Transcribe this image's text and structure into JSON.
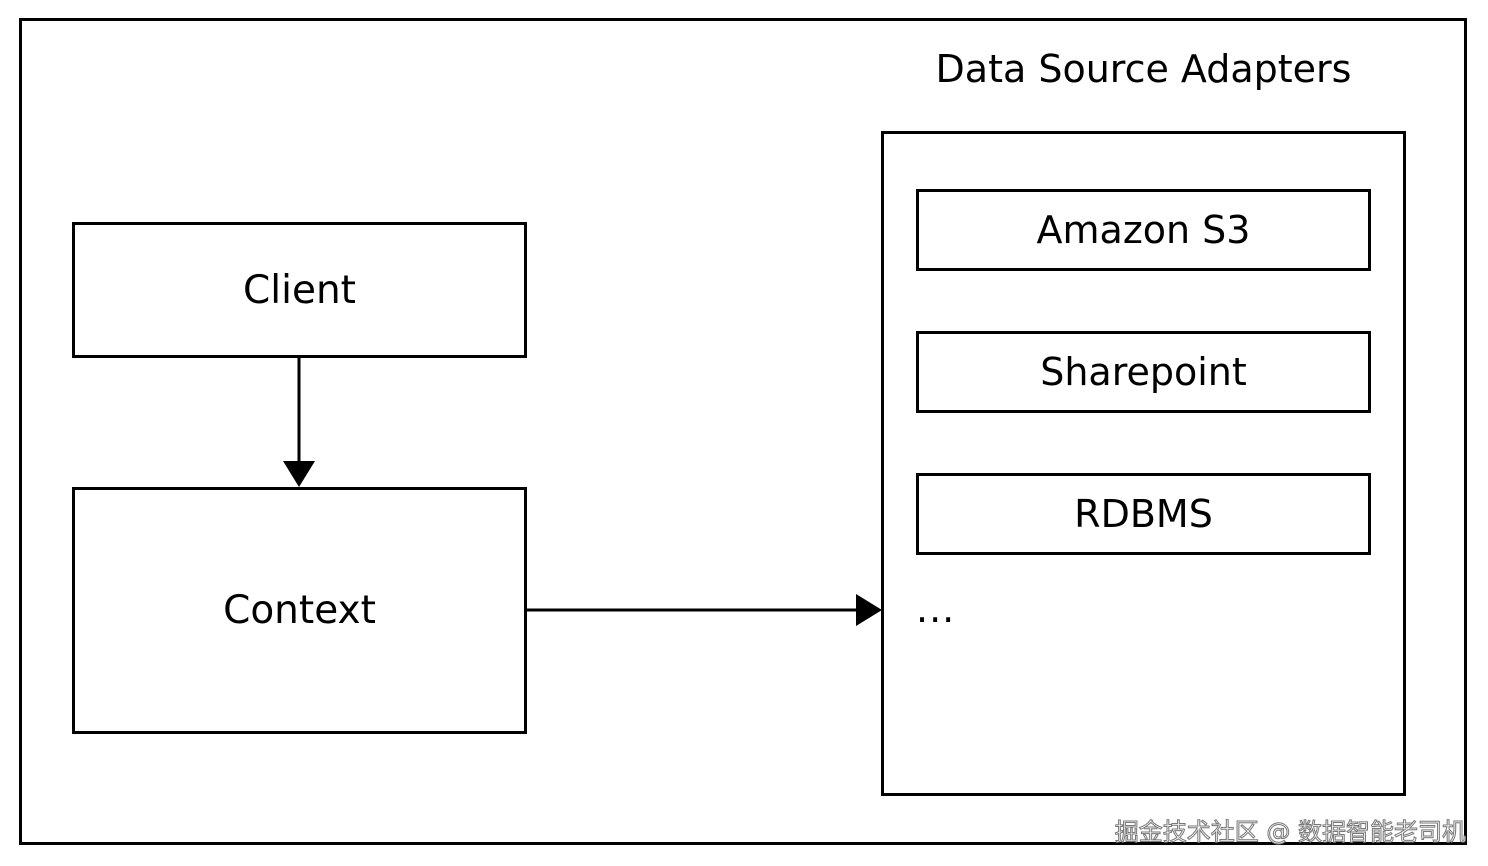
{
  "diagram": {
    "client_label": "Client",
    "context_label": "Context",
    "adapters_title": "Data Source Adapters",
    "adapters": [
      {
        "label": "Amazon S3"
      },
      {
        "label": "Sharepoint"
      },
      {
        "label": "RDBMS"
      }
    ],
    "more_label": "...",
    "watermark": "掘金技术社区 @ 数据智能老司机"
  },
  "colors": {
    "stroke": "#000000",
    "background": "#ffffff"
  }
}
